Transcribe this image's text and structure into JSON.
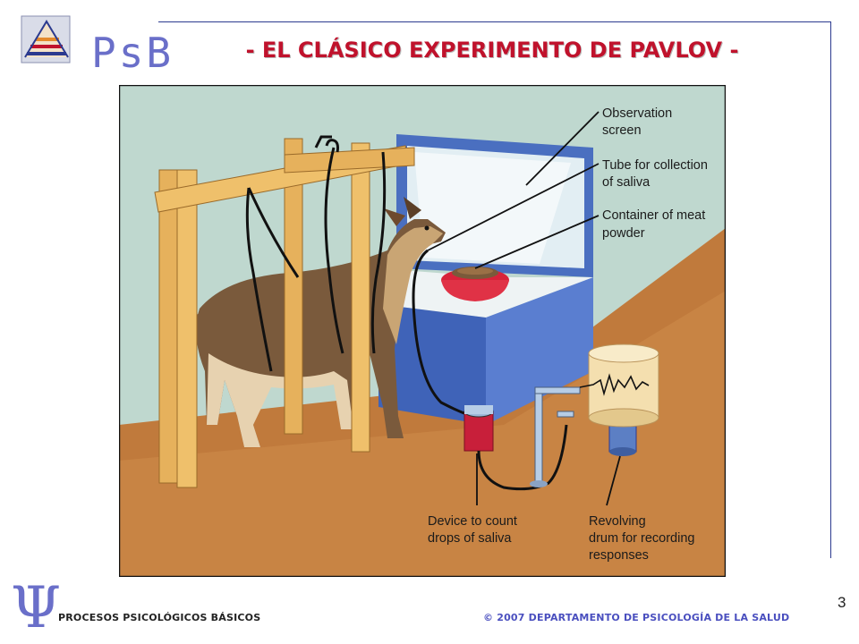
{
  "header": {
    "logo_text": "PsB",
    "title": "- EL CLÁSICO EXPERIMENTO DE PAVLOV -"
  },
  "figure": {
    "labels": {
      "observation_screen": [
        "Observation",
        "screen"
      ],
      "tube_saliva": [
        "Tube for collection",
        "of saliva"
      ],
      "meat_container": [
        "Container of meat",
        "powder"
      ],
      "count_device": [
        "Device to count",
        "drops of saliva"
      ],
      "drum": [
        "Revolving",
        "drum for recording",
        "responses"
      ]
    }
  },
  "footer": {
    "psi_symbol": "Ψ",
    "left": "PROCESOS PSICOLÓGICOS BÁSICOS",
    "right": "© 2007 DEPARTAMENTO DE PSICOLOGÍA DE LA SALUD",
    "page_number": "3"
  },
  "colors": {
    "title": "#c0122c",
    "logo": "#6a6fc9",
    "wall": "#bfd8cf",
    "floor": "#c07a3c",
    "wood": "#e6b15c",
    "screen_frame": "#4a6fc0"
  }
}
